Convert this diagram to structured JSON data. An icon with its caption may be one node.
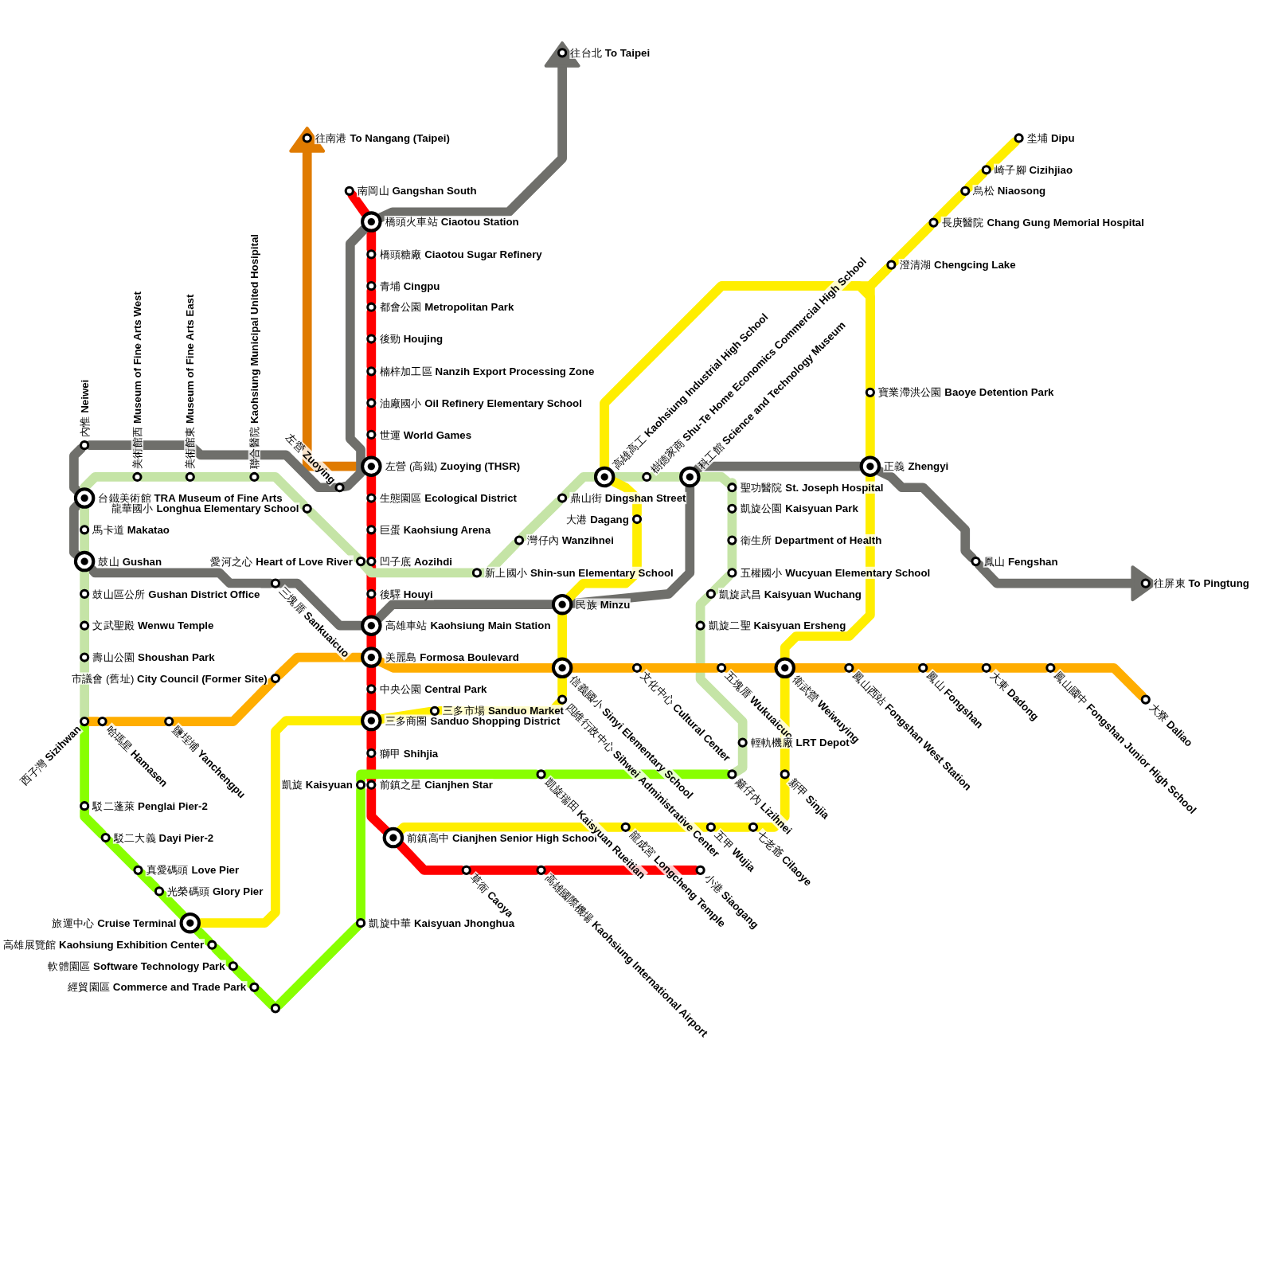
{
  "diagram": {
    "nodes": [
      {
        "text": [
          "往台北 **To Taipei**"
        ]
      },
      {
        "text": [
          "往南港 **To Nangang (Taipei)**"
        ]
      },
      {
        "text": [
          "南岡山 **Gangshan South**"
        ]
      },
      {
        "text": [
          "橋頭火車站 **Ciaotou Station**"
        ]
      },
      {
        "text": [
          "橋頭糖廠 **Ciaotou Sugar Refinery**"
        ]
      },
      {
        "text": [
          "青埔 **Cingpu**"
        ]
      },
      {
        "text": [
          "都會公園 **Metropolitan Park**"
        ]
      },
      {
        "text": [
          "後勁 **Houjing**"
        ]
      },
      {
        "text": [
          "楠梓加工區 **Nanzih Export Processing Zone**"
        ]
      },
      {
        "text": [
          "油廠國小 **Oil Refinery Elementary School**"
        ]
      },
      {
        "text": [
          "世運 **World Games**"
        ]
      },
      {
        "text": [
          "左營 (高鐵) **Zuoying (THSR)**"
        ]
      },
      {
        "text": [
          "生態園區 **Ecological District**"
        ]
      },
      {
        "text": [
          "巨蛋 **Kaohsiung Arena**"
        ]
      },
      {
        "text": [
          "凹子底 **Aozihdi**"
        ]
      },
      {
        "text": [
          "後驛 **Houyi**"
        ]
      },
      {
        "text": [
          "高雄車站 **Kaohsiung Main Station**"
        ]
      },
      {
        "text": [
          "美麗島 **Formosa Boulevard**"
        ]
      },
      {
        "text": [
          "中央公園 **Central Park**"
        ]
      },
      {
        "text": [
          "三多商圈 **Sanduo Shopping District**"
        ]
      },
      {
        "text": [
          "獅甲 **Shihjia**"
        ]
      },
      {
        "text": [
          "前鎮之星 **Cianjhen Star**"
        ]
      },
      {
        "text": [
          "前鎮高中 **Cianjhen Senior High School**"
        ]
      },
      {
        "text": [
          "草衙 **Caoya**"
        ]
      },
      {
        "text": [
          "高雄國際機場 **Kaohsiung International Airport**"
        ]
      },
      {
        "text": [
          "小港 **Siaogang**"
        ]
      },
      {
        "text": [
          "左營 **Zuoying**"
        ]
      },
      {
        "text": [
          "內惟 **Neiwei**"
        ]
      },
      {
        "text": [
          "美術館西 **Museum of Fine Arts West**"
        ]
      },
      {
        "text": [
          "美術館東 **Museum of Fine Arts East**"
        ]
      },
      {
        "text": [
          "聯合醫院 **Kaohsiung Municipal United Hosipital**"
        ]
      },
      {
        "text": [
          "台鐵美術館 **TRA Museum of Fine Arts**"
        ]
      },
      {
        "text": [
          "龍華國小 **Longhua Elementary School**"
        ]
      },
      {
        "text": [
          "馬卡道 **Makatao**"
        ]
      },
      {
        "text": [
          "鼓山 **Gushan**"
        ]
      },
      {
        "text": [
          "愛河之心 **Heart of Love River**"
        ]
      },
      {
        "text": [
          "三塊厝 **Sankuaicuo**"
        ]
      },
      {
        "text": [
          "鼓山區公所 **Gushan District Office**"
        ]
      },
      {
        "text": [
          "文武聖殿 **Wenwu Temple**"
        ]
      },
      {
        "text": [
          "壽山公園 **Shoushan Park**"
        ]
      },
      {
        "text": [
          "市議會 (舊址) **City Council (Former Site)**"
        ]
      },
      {
        "text": [
          "西子灣 **Sizihwan**"
        ]
      },
      {
        "text": [
          "哈瑪星 **Hamasen**"
        ]
      },
      {
        "text": [
          "鹽埕埔 **Yanchengpu**"
        ]
      },
      {
        "text": [
          "駁二蓬萊 **Penglai Pier-2**"
        ]
      },
      {
        "text": [
          "駁二大義 **Dayi Pier-2**"
        ]
      },
      {
        "text": [
          "真愛碼頭 **Love Pier**"
        ]
      },
      {
        "text": [
          "光榮碼頭 **Glory Pier**"
        ]
      },
      {
        "text": [
          "旅運中心 **Cruise Terminal**"
        ]
      },
      {
        "text": [
          "高雄展覽館 **Kaohsiung Exhibition Center**"
        ]
      },
      {
        "text": [
          "軟體園區 **Software Technology Park**"
        ]
      },
      {
        "text": [
          "經貿園區 **Commerce and Trade Park**"
        ]
      },
      {
        "text": [],
        "shape": "circle"
      },
      {
        "text": [
          "凱旋中華 **Kaisyuan Jhonghua**"
        ]
      },
      {
        "text": [
          "凱旋 **Kaisyuan**"
        ]
      },
      {
        "text": [
          "三多市場 **Sanduo Market**"
        ]
      },
      {
        "text": [
          "四維行政中心 **Sihwei Administrative Center**"
        ]
      },
      {
        "text": [
          "民族 **Minzu**"
        ]
      },
      {
        "text": [
          "新上國小 **Shin-sun Elementary School**"
        ]
      },
      {
        "text": [
          "灣仔內 **Wanzihnei**"
        ]
      },
      {
        "text": [
          "鼎山街 **Dingshan Street**"
        ]
      },
      {
        "text": [
          "高雄高工 **Kaohsiung Industrial High School**"
        ]
      },
      {
        "text": [
          "大港 **Dagang**"
        ]
      },
      {
        "text": [
          "樹德家商 **Shu-Te Home Economics Commercial High School**"
        ]
      },
      {
        "text": [
          "科工館 **Science and Technology Museum**"
        ]
      },
      {
        "text": [
          "聖功醫院 **St. Joseph Hospital**"
        ]
      },
      {
        "text": [
          "凱旋公園 **Kaisyuan Park**"
        ]
      },
      {
        "text": [
          "衛生所 **Department of Health**"
        ]
      },
      {
        "text": [
          "五權國小 **Wucyuan Elementary School**"
        ]
      },
      {
        "text": [
          "凱旋武昌 **Kaisyuan Wuchang**"
        ]
      },
      {
        "text": [
          "凱旋二聖 **Kaisyuan Ersheng**"
        ]
      },
      {
        "text": [
          "信義國小 **Sinyi Elementary School**"
        ]
      },
      {
        "text": [
          "文化中心 **Cultural Center**"
        ]
      },
      {
        "text": [
          "五塊厝 **Wukuaicuo**"
        ]
      },
      {
        "text": [
          "衛武營 **Weiwuying**"
        ]
      },
      {
        "text": [
          "輕軌機廠 **LRT Depot**"
        ]
      },
      {
        "text": [
          "籬仔內 **Lizihnei**"
        ]
      },
      {
        "text": [
          "凱旋瑞田 **Kaisyuan Rueitian**"
        ]
      },
      {
        "text": [
          "新甲 **Sinjia**"
        ]
      },
      {
        "text": [
          "龍成宮 **Longcheng Temple**"
        ]
      },
      {
        "text": [
          "五甲 **Wujia**"
        ]
      },
      {
        "text": [
          "七老爺 **Cilaoye**"
        ]
      },
      {
        "text": [
          "正義 **Zhengyi**"
        ]
      },
      {
        "text": [
          "寶業滯洪公園 **Baoye Detention Park**"
        ]
      },
      {
        "text": [
          "澄清湖 **Chengcing Lake**"
        ]
      },
      {
        "text": [
          "長庚醫院 **Chang Gung Memorial Hospital**"
        ]
      },
      {
        "text": [
          "烏松 **Niaosong**"
        ]
      },
      {
        "text": [
          "崎子腳 **Cizihjiao**"
        ]
      },
      {
        "text": [
          "坔埔 **Dipu**"
        ]
      },
      {
        "text": [
          "鳳山 **Fengshan**"
        ]
      },
      {
        "text": [
          "往屏東 **To Pingtung**"
        ]
      },
      {
        "text": [
          "鳳山西站 **Fongshan West Station**"
        ]
      },
      {
        "text": [
          "鳳山 **Fongshan**"
        ]
      },
      {
        "text": [
          "大東 **Dadong**"
        ]
      },
      {
        "text": [
          "鳳山國中 **Fongshan Junior High School**"
        ]
      },
      {
        "text": [
          "大寮 **Daliao**"
        ]
      }
    ],
    "edges": [
      {
        "from": 2,
        "to": 3,
        "arrow": "none",
        "color": "#ff0000"
      },
      {
        "from": 3,
        "to": 4,
        "arrow": "none",
        "color": "#ff0000"
      },
      {
        "from": 4,
        "to": 5,
        "arrow": "none",
        "color": "#ff0000"
      },
      {
        "from": 5,
        "to": 6,
        "arrow": "none",
        "color": "#ff0000"
      },
      {
        "from": 6,
        "to": 7,
        "arrow": "none",
        "color": "#ff0000"
      },
      {
        "from": 7,
        "to": 8,
        "arrow": "none",
        "color": "#ff0000"
      },
      {
        "from": 8,
        "to": 9,
        "arrow": "none",
        "color": "#ff0000"
      },
      {
        "from": 9,
        "to": 10,
        "arrow": "none",
        "color": "#ff0000"
      },
      {
        "from": 10,
        "to": 11,
        "arrow": "none",
        "color": "#ff0000"
      },
      {
        "from": 11,
        "to": 12,
        "arrow": "none",
        "color": "#ff0000"
      },
      {
        "from": 12,
        "to": 13,
        "arrow": "none",
        "color": "#ff0000"
      },
      {
        "from": 13,
        "to": 14,
        "arrow": "none",
        "color": "#ff0000"
      },
      {
        "from": 14,
        "to": 15,
        "arrow": "none",
        "color": "#ff0000"
      },
      {
        "from": 15,
        "to": 16,
        "arrow": "none",
        "color": "#ff0000"
      },
      {
        "from": 16,
        "to": 17,
        "arrow": "none",
        "color": "#ff0000"
      },
      {
        "from": 17,
        "to": 18,
        "arrow": "none",
        "color": "#ff0000"
      },
      {
        "from": 18,
        "to": 19,
        "arrow": "none",
        "color": "#ff0000"
      },
      {
        "from": 19,
        "to": 20,
        "arrow": "none",
        "color": "#ff0000"
      },
      {
        "from": 20,
        "to": 21,
        "arrow": "none",
        "color": "#ff0000"
      },
      {
        "from": 21,
        "to": 22,
        "arrow": "none",
        "color": "#ff0000"
      },
      {
        "from": 22,
        "to": 23,
        "arrow": "none",
        "color": "#ff0000"
      },
      {
        "from": 23,
        "to": 24,
        "arrow": "none",
        "color": "#ff0000"
      },
      {
        "from": 24,
        "to": 25,
        "arrow": "none",
        "color": "#ff0000"
      },
      {
        "from": 11,
        "to": 1,
        "arrow": "to",
        "color": "#e07b00"
      },
      {
        "from": 3,
        "to": 0,
        "arrow": "to",
        "color": "#6f6f6b"
      },
      {
        "from": 3,
        "to": 26,
        "arrow": "none",
        "color": "#6f6f6b"
      },
      {
        "from": 26,
        "to": 27,
        "arrow": "none",
        "color": "#6f6f6b"
      },
      {
        "from": 27,
        "to": 31,
        "arrow": "none",
        "color": "#6f6f6b"
      },
      {
        "from": 31,
        "to": 34,
        "arrow": "none",
        "color": "#6f6f6b"
      },
      {
        "from": 34,
        "to": 36,
        "arrow": "none",
        "color": "#6f6f6b"
      },
      {
        "from": 36,
        "to": 16,
        "arrow": "none",
        "color": "#6f6f6b"
      },
      {
        "from": 16,
        "to": 57,
        "arrow": "none",
        "color": "#6f6f6b"
      },
      {
        "from": 57,
        "to": 64,
        "arrow": "none",
        "color": "#6f6f6b"
      },
      {
        "from": 64,
        "to": 82,
        "arrow": "none",
        "color": "#6f6f6b"
      },
      {
        "from": 82,
        "to": 89,
        "arrow": "none",
        "color": "#6f6f6b"
      },
      {
        "from": 89,
        "to": 90,
        "arrow": "to",
        "color": "#6f6f6b"
      },
      {
        "from": 41,
        "to": 39,
        "arrow": "none",
        "color": "#c5e4a6"
      },
      {
        "from": 39,
        "to": 38,
        "arrow": "none",
        "color": "#c5e4a6"
      },
      {
        "from": 38,
        "to": 37,
        "arrow": "none",
        "color": "#c5e4a6"
      },
      {
        "from": 37,
        "to": 34,
        "arrow": "none",
        "color": "#c5e4a6"
      },
      {
        "from": 34,
        "to": 33,
        "arrow": "none",
        "color": "#c5e4a6"
      },
      {
        "from": 33,
        "to": 31,
        "arrow": "none",
        "color": "#c5e4a6"
      },
      {
        "from": 31,
        "to": 28,
        "arrow": "none",
        "color": "#c5e4a6"
      },
      {
        "from": 28,
        "to": 29,
        "arrow": "none",
        "color": "#c5e4a6"
      },
      {
        "from": 29,
        "to": 30,
        "arrow": "none",
        "color": "#c5e4a6"
      },
      {
        "from": 30,
        "to": 32,
        "arrow": "none",
        "color": "#c5e4a6"
      },
      {
        "from": 32,
        "to": 35,
        "arrow": "none",
        "color": "#c5e4a6"
      },
      {
        "from": 35,
        "to": 58,
        "arrow": "none",
        "color": "#c5e4a6"
      },
      {
        "from": 58,
        "to": 59,
        "arrow": "none",
        "color": "#c5e4a6"
      },
      {
        "from": 59,
        "to": 60,
        "arrow": "none",
        "color": "#c5e4a6"
      },
      {
        "from": 60,
        "to": 61,
        "arrow": "none",
        "color": "#c5e4a6"
      },
      {
        "from": 61,
        "to": 63,
        "arrow": "none",
        "color": "#c5e4a6"
      },
      {
        "from": 63,
        "to": 64,
        "arrow": "none",
        "color": "#c5e4a6"
      },
      {
        "from": 64,
        "to": 65,
        "arrow": "none",
        "color": "#c5e4a6"
      },
      {
        "from": 65,
        "to": 66,
        "arrow": "none",
        "color": "#c5e4a6"
      },
      {
        "from": 66,
        "to": 67,
        "arrow": "none",
        "color": "#c5e4a6"
      },
      {
        "from": 67,
        "to": 68,
        "arrow": "none",
        "color": "#c5e4a6"
      },
      {
        "from": 68,
        "to": 69,
        "arrow": "none",
        "color": "#c5e4a6"
      },
      {
        "from": 69,
        "to": 70,
        "arrow": "none",
        "color": "#c5e4a6"
      },
      {
        "from": 70,
        "to": 75,
        "arrow": "none",
        "color": "#c5e4a6"
      },
      {
        "from": 75,
        "to": 76,
        "arrow": "none",
        "color": "#c5e4a6"
      },
      {
        "from": 76,
        "to": 77,
        "arrow": "none",
        "color": "#88ff00"
      },
      {
        "from": 77,
        "to": 54,
        "arrow": "none",
        "color": "#88ff00"
      },
      {
        "from": 54,
        "to": 53,
        "arrow": "none",
        "color": "#88ff00"
      },
      {
        "from": 53,
        "to": 52,
        "arrow": "none",
        "color": "#88ff00"
      },
      {
        "from": 52,
        "to": 51,
        "arrow": "none",
        "color": "#88ff00"
      },
      {
        "from": 51,
        "to": 50,
        "arrow": "none",
        "color": "#88ff00"
      },
      {
        "from": 50,
        "to": 49,
        "arrow": "none",
        "color": "#88ff00"
      },
      {
        "from": 49,
        "to": 48,
        "arrow": "none",
        "color": "#88ff00"
      },
      {
        "from": 48,
        "to": 47,
        "arrow": "none",
        "color": "#88ff00"
      },
      {
        "from": 47,
        "to": 46,
        "arrow": "none",
        "color": "#88ff00"
      },
      {
        "from": 46,
        "to": 45,
        "arrow": "none",
        "color": "#88ff00"
      },
      {
        "from": 45,
        "to": 44,
        "arrow": "none",
        "color": "#88ff00"
      },
      {
        "from": 44,
        "to": 41,
        "arrow": "none",
        "color": "#88ff00"
      },
      {
        "from": 41,
        "to": 42,
        "arrow": "none",
        "color": "#ffad00"
      },
      {
        "from": 42,
        "to": 43,
        "arrow": "none",
        "color": "#ffad00"
      },
      {
        "from": 43,
        "to": 40,
        "arrow": "none",
        "color": "#ffad00"
      },
      {
        "from": 40,
        "to": 17,
        "arrow": "none",
        "color": "#ffad00"
      },
      {
        "from": 17,
        "to": 71,
        "arrow": "none",
        "color": "#ffad00"
      },
      {
        "from": 71,
        "to": 72,
        "arrow": "none",
        "color": "#ffad00"
      },
      {
        "from": 72,
        "to": 73,
        "arrow": "none",
        "color": "#ffad00"
      },
      {
        "from": 73,
        "to": 74,
        "arrow": "none",
        "color": "#ffad00"
      },
      {
        "from": 74,
        "to": 91,
        "arrow": "none",
        "color": "#ffad00"
      },
      {
        "from": 91,
        "to": 92,
        "arrow": "none",
        "color": "#ffad00"
      },
      {
        "from": 92,
        "to": 93,
        "arrow": "none",
        "color": "#ffad00"
      },
      {
        "from": 93,
        "to": 94,
        "arrow": "none",
        "color": "#ffad00"
      },
      {
        "from": 94,
        "to": 95,
        "arrow": "none",
        "color": "#ffad00"
      },
      {
        "from": 88,
        "to": 87,
        "arrow": "none",
        "color": "#ffee00"
      },
      {
        "from": 87,
        "to": 86,
        "arrow": "none",
        "color": "#ffee00"
      },
      {
        "from": 86,
        "to": 85,
        "arrow": "none",
        "color": "#ffee00"
      },
      {
        "from": 85,
        "to": 84,
        "arrow": "none",
        "color": "#ffee00"
      },
      {
        "from": 84,
        "to": 61,
        "arrow": "none",
        "color": "#ffee00"
      },
      {
        "from": 84,
        "to": 83,
        "arrow": "none",
        "color": "#ffee00"
      },
      {
        "from": 61,
        "to": 83,
        "arrow": "none",
        "color": "#ffee00"
      },
      {
        "from": 83,
        "to": 82,
        "arrow": "none",
        "color": "#ffee00"
      },
      {
        "from": 82,
        "to": 74,
        "arrow": "none",
        "color": "#ffee00"
      },
      {
        "from": 74,
        "to": 78,
        "arrow": "none",
        "color": "#ffee00"
      },
      {
        "from": 78,
        "to": 81,
        "arrow": "none",
        "color": "#ffee00"
      },
      {
        "from": 81,
        "to": 80,
        "arrow": "none",
        "color": "#ffee00"
      },
      {
        "from": 80,
        "to": 79,
        "arrow": "none",
        "color": "#ffee00"
      },
      {
        "from": 79,
        "to": 22,
        "arrow": "none",
        "color": "#ffee00"
      },
      {
        "from": 61,
        "to": 62,
        "arrow": "none",
        "color": "#ffee00"
      },
      {
        "from": 62,
        "to": 57,
        "arrow": "none",
        "color": "#ffee00"
      },
      {
        "from": 57,
        "to": 71,
        "arrow": "none",
        "color": "#ffee00"
      },
      {
        "from": 71,
        "to": 56,
        "arrow": "none",
        "color": "#ffee00"
      },
      {
        "from": 56,
        "to": 55,
        "arrow": "none",
        "color": "#ffee00"
      },
      {
        "from": 55,
        "to": 19,
        "arrow": "none",
        "color": "#ffee00"
      },
      {
        "from": 19,
        "to": 48,
        "arrow": "none",
        "color": "#ffee00"
      }
    ]
  }
}
